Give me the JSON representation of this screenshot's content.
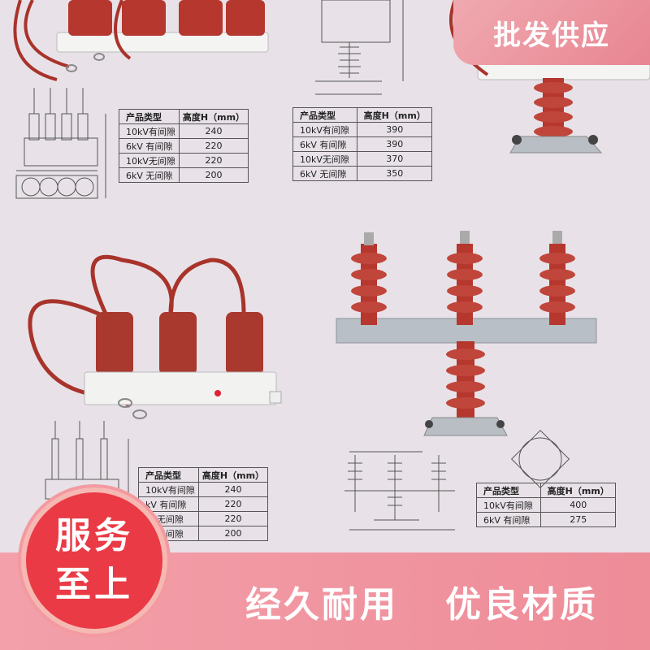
{
  "colors": {
    "background": "#e8e2e8",
    "insulator_red": "#b5372d",
    "accent_pink": "#ee8c98",
    "badge_red": "#ea3a45"
  },
  "corner_badge": {
    "text": "批发供应"
  },
  "round_badge": {
    "line1": "服务",
    "line2": "至上"
  },
  "slogans": [
    "经久耐用",
    "优良材质"
  ],
  "tables": [
    {
      "headers": [
        "产品类型",
        "高度H（mm）"
      ],
      "rows": [
        [
          "10kV有间隙",
          "240"
        ],
        [
          "6kV 有间隙",
          "220"
        ],
        [
          "10kV无间隙",
          "220"
        ],
        [
          "6kV 无间隙",
          "200"
        ]
      ]
    },
    {
      "headers": [
        "产品类型",
        "高度H（mm）"
      ],
      "rows": [
        [
          "10kV有间隙",
          "390"
        ],
        [
          "6kV 有间隙",
          "390"
        ],
        [
          "10kV无间隙",
          "370"
        ],
        [
          "6kV 无间隙",
          "350"
        ]
      ]
    },
    {
      "headers": [
        "产品类型",
        "高度H（mm）"
      ],
      "rows": [
        [
          "10kV有间隙",
          "240"
        ],
        [
          "kV 有间隙",
          "220"
        ],
        [
          "kV无间隙",
          "220"
        ],
        [
          "kV无间隙",
          "200"
        ]
      ]
    },
    {
      "headers": [
        "产品类型",
        "高度H（mm）"
      ],
      "rows": [
        [
          "10kV有间隙",
          "400"
        ],
        [
          "6kV 有间隙",
          "275"
        ]
      ]
    }
  ]
}
